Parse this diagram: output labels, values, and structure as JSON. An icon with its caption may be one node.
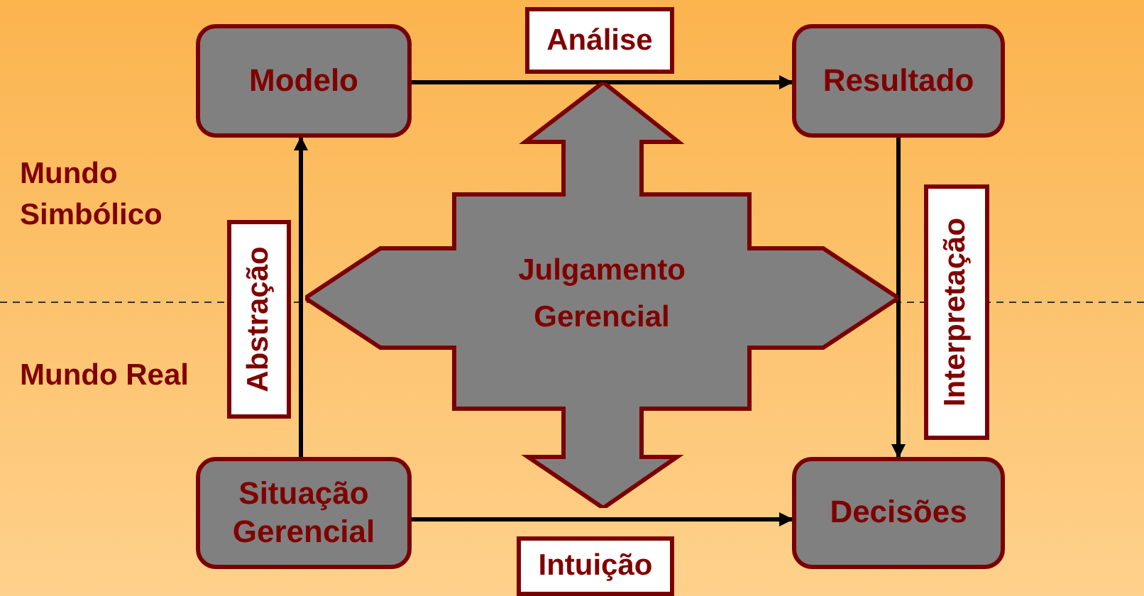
{
  "diagram": {
    "nodes": [
      {
        "text": [
          "Modelo"
        ]
      },
      {
        "text": [
          "Resultado"
        ]
      },
      {
        "text": [
          "Situação Gerencial"
        ]
      },
      {
        "text": [
          "Decisões"
        ]
      },
      {
        "text": [
          "Julgamento Gerencial"
        ]
      }
    ],
    "edges": [
      {
        "from": 0,
        "to": 1,
        "arrow": "to",
        "label": "Análise"
      },
      {
        "from": 1,
        "to": 3,
        "arrow": "to",
        "label": "Interpretação"
      },
      {
        "from": 2,
        "to": 0,
        "arrow": "to",
        "label": "Abstração"
      },
      {
        "from": 2,
        "to": 3,
        "arrow": "to",
        "label": "Intuição"
      }
    ],
    "labels": [
      "Mundo Simbólico",
      "Mundo Real"
    ]
  }
}
